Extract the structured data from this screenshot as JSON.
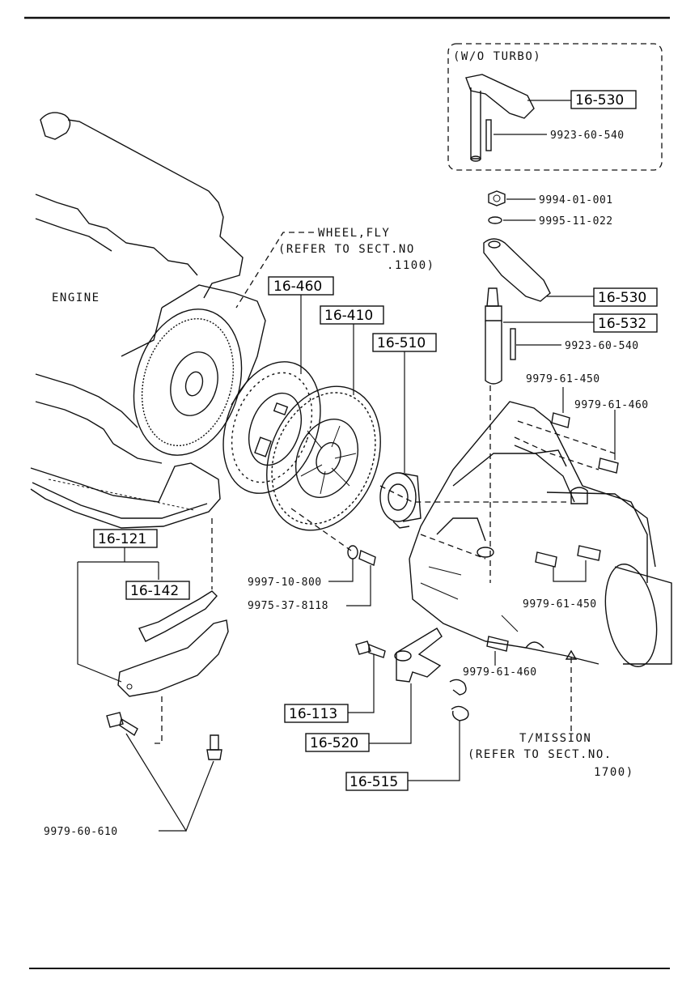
{
  "labels": {
    "engine": "ENGINE",
    "wo_turbo": "(W/O TURBO)",
    "wheel_fly_1": "WHEEL,FLY",
    "wheel_fly_2": "(REFER TO SECT.NO",
    "wheel_fly_3": ".1100)",
    "tmission_1": "T/MISSION",
    "tmission_2": "(REFER TO SECT.NO.",
    "tmission_3": "1700)"
  },
  "boxed_parts": {
    "p16_530_top": "16-530",
    "p16_460": "16-460",
    "p16_410": "16-410",
    "p16_510": "16-510",
    "p16_530": "16-530",
    "p16_532": "16-532",
    "p16_121": "16-121",
    "p16_142": "16-142",
    "p16_113": "16-113",
    "p16_520": "16-520",
    "p16_515": "16-515"
  },
  "part_numbers": {
    "pn_9923_top": "9923-60-540",
    "pn_9994": "9994-01-001",
    "pn_9995": "9995-11-022",
    "pn_9923": "9923-60-540",
    "pn_9979_450_a": "9979-61-450",
    "pn_9979_460_a": "9979-61-460",
    "pn_9997": "9997-10-800",
    "pn_9975": "9975-37-8118",
    "pn_9979_450_b": "9979-61-450",
    "pn_9979_460_b": "9979-61-460",
    "pn_9979_610": "9979-60-610"
  }
}
